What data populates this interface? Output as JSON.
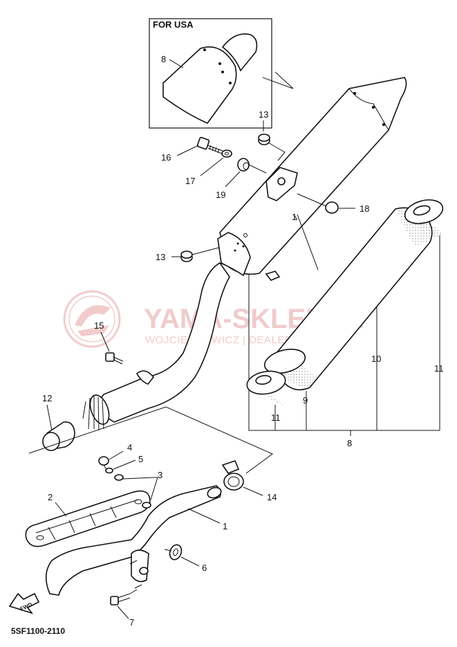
{
  "diagram": {
    "box_title": "FOR USA",
    "reference_code": "5SF1100-2110",
    "fwd_label": "FWD",
    "watermark": {
      "title": "YAMA-SKLEP.PL",
      "subtitle": "WOJCIECHOWICZ | DEALER YAMAHA",
      "color": "#e8a4a4"
    },
    "callouts": {
      "p1_main": "1",
      "p1_pipe": "1",
      "p2": "2",
      "p3": "3",
      "p4": "4",
      "p5": "5",
      "p6": "6",
      "p7": "7",
      "p8_box": "8",
      "p8_group": "8",
      "p9": "9",
      "p10": "10",
      "p11_left": "11",
      "p11_right": "11",
      "p12": "12",
      "p13_top": "13",
      "p13_mid": "13",
      "p14": "14",
      "p15": "15",
      "p16": "16",
      "p17": "17",
      "p18": "18",
      "p19": "19"
    }
  }
}
